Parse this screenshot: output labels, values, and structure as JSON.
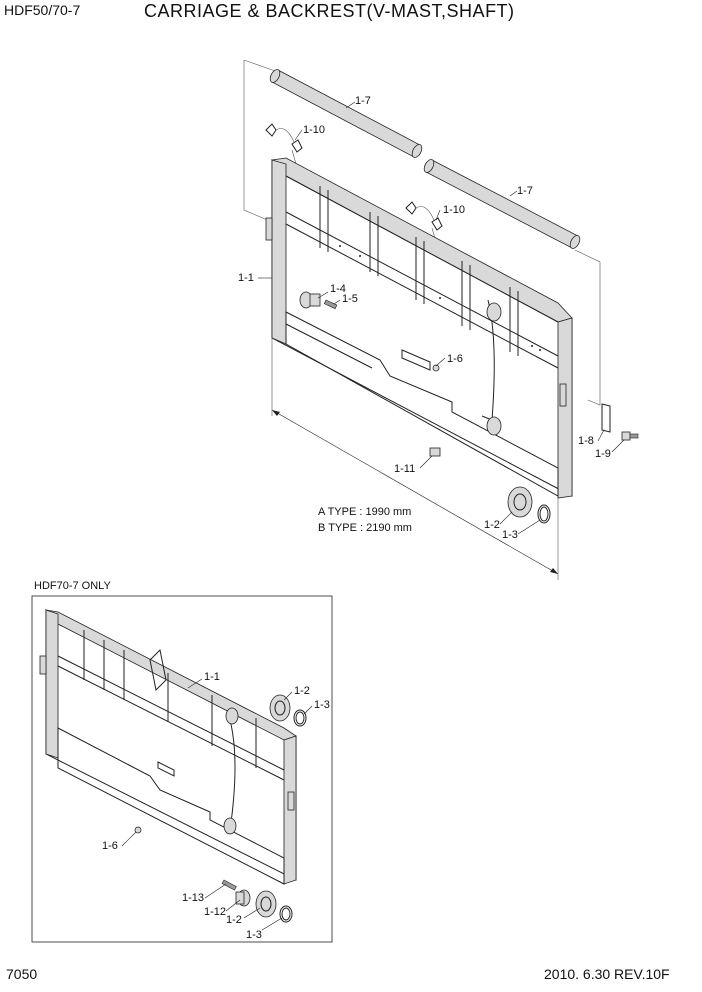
{
  "header": {
    "model": "HDF50/70-7",
    "title": "CARRIAGE & BACKREST(V-MAST,SHAFT)"
  },
  "footer": {
    "page_number": "7050",
    "revision": "2010. 6.30  REV.10F"
  },
  "main_view": {
    "labels": {
      "rod_top": "1-7",
      "rod_right": "1-7",
      "clip_left": "1-10",
      "clip_right": "1-10",
      "carriage": "1-1",
      "roller_shaft": "1-4",
      "pin": "1-5",
      "bracket": "1-6",
      "plate": "1-8",
      "bolt": "1-9",
      "fitting": "1-11",
      "roller": "1-2",
      "snap_ring": "1-3"
    },
    "dimensions": {
      "a_type": "A TYPE : 1990 mm",
      "b_type": "B TYPE : 2190 mm"
    }
  },
  "inset_view": {
    "caption": "HDF70-7 ONLY",
    "labels": {
      "carriage": "1-1",
      "roller_top": "1-2",
      "snap_ring_top": "1-3",
      "bracket": "1-6",
      "pin": "1-13",
      "spacer": "1-12",
      "roller_bottom": "1-2",
      "snap_ring_bottom": "1-3"
    }
  }
}
